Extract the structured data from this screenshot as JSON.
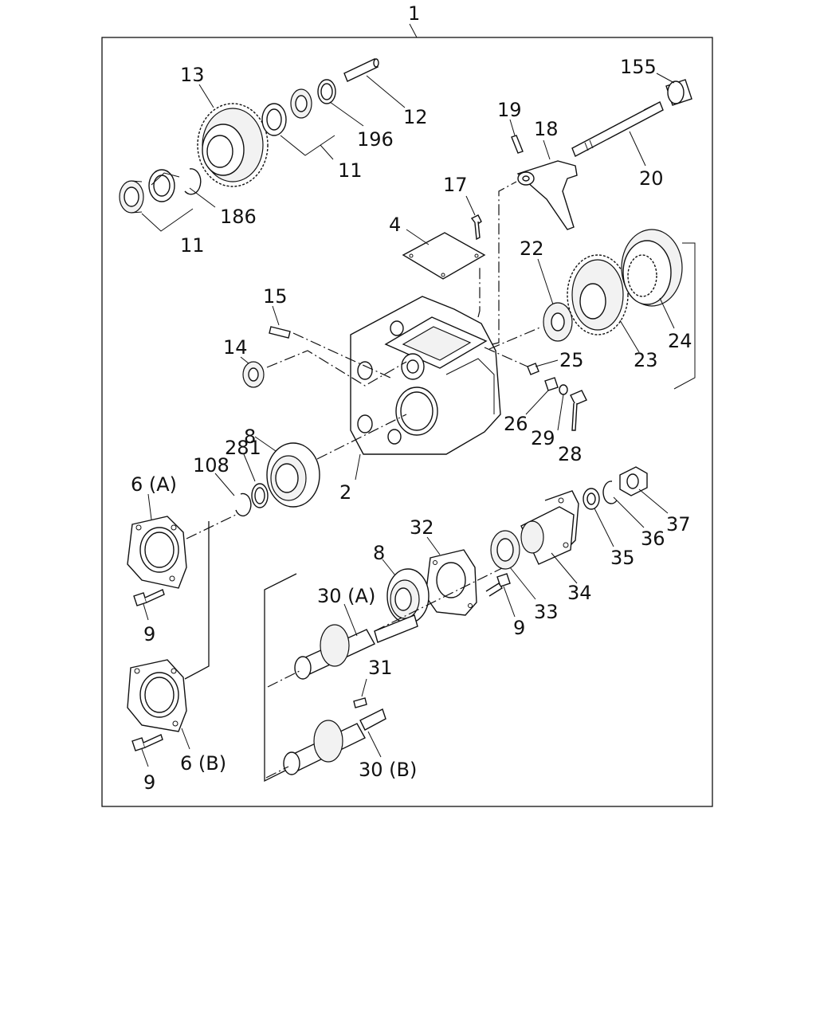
{
  "labels": {
    "l1": "1",
    "l13": "13",
    "l12": "12",
    "l196": "196",
    "l11a": "11",
    "l186": "186",
    "l11b": "11",
    "l155": "155",
    "l19": "19",
    "l18": "18",
    "l20": "20",
    "l17": "17",
    "l4": "4",
    "l22": "22",
    "l24": "24",
    "l23": "23",
    "l15": "15",
    "l14": "14",
    "l25": "25",
    "l26": "26",
    "l29": "29",
    "l28": "28",
    "l8a": "8",
    "l281": "281",
    "l108": "108",
    "l6a": "6 (A)",
    "l2": "2",
    "l9a": "9",
    "l32": "32",
    "l8b": "8",
    "l30a": "30 (A)",
    "l37": "37",
    "l36": "36",
    "l35": "35",
    "l34": "34",
    "l33": "33",
    "l9b": "9",
    "l31": "31",
    "l6b": "6 (B)",
    "l9c": "9",
    "l30b": "30 (B)"
  }
}
